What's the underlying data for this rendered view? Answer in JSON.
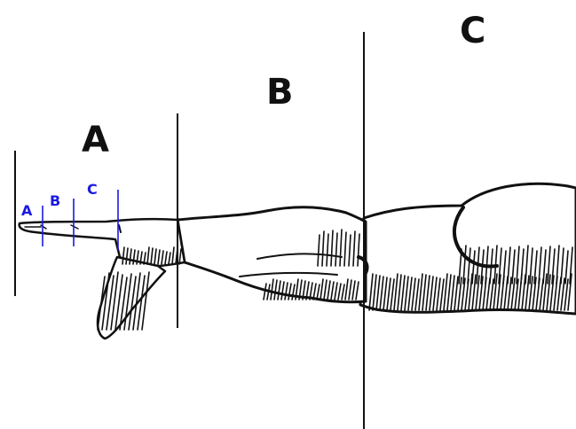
{
  "labels": {
    "section_a": "A",
    "section_b": "B",
    "section_c": "C",
    "phalanx_a": "A",
    "phalanx_b": "B",
    "phalanx_c": "C"
  },
  "colors": {
    "ink": "#111111",
    "divider": "#111111",
    "phalanx_accent": "#1a1ae0",
    "background": "#ffffff"
  }
}
